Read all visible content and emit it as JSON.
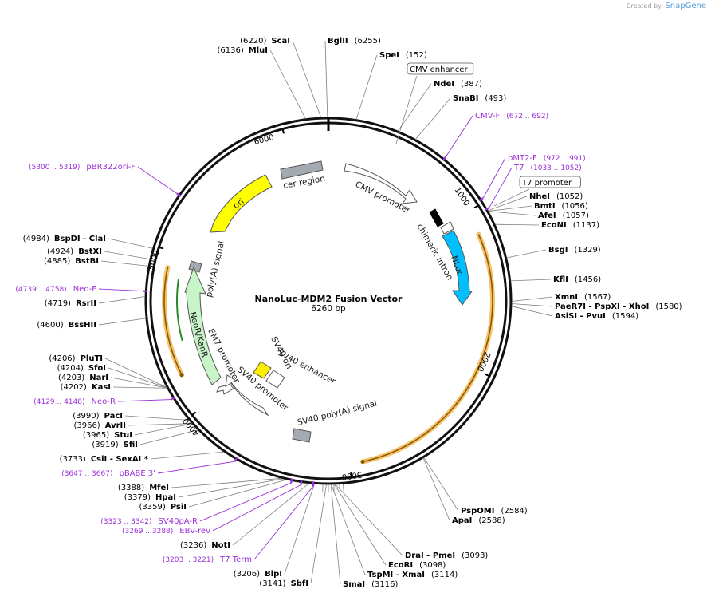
{
  "credit": {
    "prefix": "Created by",
    "brand": "SnapGene"
  },
  "title": "NanoLuc-MDM2 Fusion Vector",
  "length_label": "6260 bp",
  "plasmid": {
    "length": 6260,
    "ticks": [
      1000,
      2000,
      3000,
      4000,
      5000,
      6000
    ],
    "colors": {
      "backbone": "#111111",
      "primer": "#9b30d9",
      "orf_highlight": "#f5c26b",
      "site_line": "#7f7f7f"
    }
  },
  "sites": [
    {
      "name": "ScaI",
      "pos": "(6220)",
      "bp": 6220,
      "side": "left"
    },
    {
      "name": "MluI",
      "pos": "(6136)",
      "bp": 6136,
      "side": "left"
    },
    {
      "name": "BglII",
      "pos": "(6255)",
      "bp": 6255,
      "side": "right"
    },
    {
      "name": "SpeI",
      "pos": "(152)",
      "bp": 152,
      "side": "right"
    },
    {
      "name": "NdeI",
      "pos": "(387)",
      "bp": 387,
      "side": "right"
    },
    {
      "name": "SnaBI",
      "pos": "(493)",
      "bp": 493,
      "side": "right"
    },
    {
      "name": "NheI",
      "pos": "(1052)",
      "bp": 1052,
      "side": "right"
    },
    {
      "name": "BmtI",
      "pos": "(1056)",
      "bp": 1056,
      "side": "right"
    },
    {
      "name": "AfeI",
      "pos": "(1057)",
      "bp": 1057,
      "side": "right"
    },
    {
      "name": "EcoNI",
      "pos": "(1137)",
      "bp": 1137,
      "side": "right"
    },
    {
      "name": "BsgI",
      "pos": "(1329)",
      "bp": 1329,
      "side": "right"
    },
    {
      "name": "KflI",
      "pos": "(1456)",
      "bp": 1456,
      "side": "right"
    },
    {
      "name": "XmnI",
      "pos": "(1567)",
      "bp": 1567,
      "side": "right"
    },
    {
      "name": "PaeR7I - PspXI - XhoI",
      "pos": "(1580)",
      "bp": 1580,
      "side": "right"
    },
    {
      "name": "AsiSI - PvuI",
      "pos": "(1594)",
      "bp": 1594,
      "side": "right"
    },
    {
      "name": "PspOMI",
      "pos": "(2584)",
      "bp": 2584,
      "side": "right"
    },
    {
      "name": "ApaI",
      "pos": "(2588)",
      "bp": 2588,
      "side": "right"
    },
    {
      "name": "DraI - PmeI",
      "pos": "(3093)",
      "bp": 3093,
      "side": "right"
    },
    {
      "name": "EcoRI",
      "pos": "(3098)",
      "bp": 3098,
      "side": "right"
    },
    {
      "name": "TspMI - XmaI",
      "pos": "(3114)",
      "bp": 3114,
      "side": "right"
    },
    {
      "name": "SmaI",
      "pos": "(3116)",
      "bp": 3116,
      "side": "right"
    },
    {
      "name": "SbfI",
      "pos": "(3141)",
      "bp": 3141,
      "side": "left"
    },
    {
      "name": "BlpI",
      "pos": "(3206)",
      "bp": 3206,
      "side": "left"
    },
    {
      "name": "NotI",
      "pos": "(3236)",
      "bp": 3236,
      "side": "left"
    },
    {
      "name": "PsiI",
      "pos": "(3359)",
      "bp": 3359,
      "side": "left"
    },
    {
      "name": "HpaI",
      "pos": "(3379)",
      "bp": 3379,
      "side": "left"
    },
    {
      "name": "MfeI",
      "pos": "(3388)",
      "bp": 3388,
      "side": "left"
    },
    {
      "name": "CsiI - SexAI *",
      "pos": "(3733)",
      "bp": 3733,
      "side": "left"
    },
    {
      "name": "SfiI",
      "pos": "(3919)",
      "bp": 3919,
      "side": "left"
    },
    {
      "name": "StuI",
      "pos": "(3965)",
      "bp": 3965,
      "side": "left"
    },
    {
      "name": "AvrII",
      "pos": "(3966)",
      "bp": 3966,
      "side": "left"
    },
    {
      "name": "PacI",
      "pos": "(3990)",
      "bp": 3990,
      "side": "left"
    },
    {
      "name": "KasI",
      "pos": "(4202)",
      "bp": 4202,
      "side": "left"
    },
    {
      "name": "NarI",
      "pos": "(4203)",
      "bp": 4203,
      "side": "left"
    },
    {
      "name": "SfoI",
      "pos": "(4204)",
      "bp": 4204,
      "side": "left"
    },
    {
      "name": "PluTI",
      "pos": "(4206)",
      "bp": 4206,
      "side": "left"
    },
    {
      "name": "BssHII",
      "pos": "(4600)",
      "bp": 4600,
      "side": "left"
    },
    {
      "name": "RsrII",
      "pos": "(4719)",
      "bp": 4719,
      "side": "left"
    },
    {
      "name": "BstBI",
      "pos": "(4885)",
      "bp": 4885,
      "side": "left"
    },
    {
      "name": "BstXI",
      "pos": "(4924)",
      "bp": 4924,
      "side": "left"
    },
    {
      "name": "BspDI - ClaI",
      "pos": "(4984)",
      "bp": 4984,
      "side": "left"
    }
  ],
  "primers": [
    {
      "name": "CMV-F",
      "range": "(672 .. 692)",
      "bp": 682,
      "side": "right"
    },
    {
      "name": "pMT2-F",
      "range": "(972 .. 991)",
      "bp": 981,
      "side": "right"
    },
    {
      "name": "T7",
      "range": "(1033 .. 1052)",
      "bp": 1042,
      "side": "right"
    },
    {
      "name": "pBR322ori-F",
      "range": "(5300 .. 5319)",
      "bp": 5309,
      "side": "left"
    },
    {
      "name": "Neo-F",
      "range": "(4739 .. 4758)",
      "bp": 4748,
      "side": "left"
    },
    {
      "name": "Neo-R",
      "range": "(4129 .. 4148)",
      "bp": 4138,
      "side": "left"
    },
    {
      "name": "pBABE 3'",
      "range": "(3647 .. 3667)",
      "bp": 3657,
      "side": "left"
    },
    {
      "name": "SV40pA-R",
      "range": "(3323 .. 3342)",
      "bp": 3332,
      "side": "left"
    },
    {
      "name": "EBV-rev",
      "range": "(3269 .. 3288)",
      "bp": 3278,
      "side": "left"
    },
    {
      "name": "T7 Term",
      "range": "(3203 .. 3221)",
      "bp": 3212,
      "side": "left"
    }
  ],
  "boxed_labels": [
    {
      "name": "CMV enhancer",
      "bp": 300
    },
    {
      "name": "T7 promoter",
      "bp": 1040
    }
  ],
  "features": [
    {
      "name": "CMV promoter"
    },
    {
      "name": "chimeric intron"
    },
    {
      "name": "NLuc"
    },
    {
      "name": "cer region"
    },
    {
      "name": "ori"
    },
    {
      "name": "poly(A) signal"
    },
    {
      "name": "NeoR/KanR"
    },
    {
      "name": "EM7 promoter"
    },
    {
      "name": "SV40 promoter"
    },
    {
      "name": "SV40 ori"
    },
    {
      "name": "SV40 enhancer"
    },
    {
      "name": "SV40 poly(A) signal"
    }
  ]
}
